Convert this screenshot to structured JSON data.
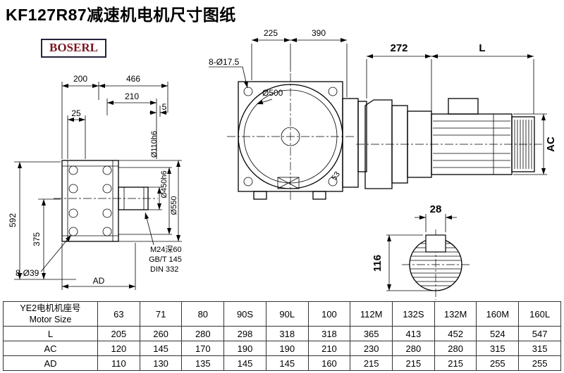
{
  "title": "KF127R87减速机电机尺寸图纸",
  "brand": {
    "logo_text": "BOSERL"
  },
  "drawing": {
    "front_view": {
      "dim_200": "200",
      "dim_466": "466",
      "dim_210": "210",
      "dim_5": "5",
      "dim_25": "25",
      "dim_592": "592",
      "dim_375": "375",
      "holes_label": "8-Ø39",
      "dim_ad": "AD",
      "dia_110": "Ø110h6",
      "dia_450": "Ø450h6",
      "dia_550": "Ø550",
      "tap_line1": "M24深60",
      "tap_line2": "GB/T 145",
      "tap_line3": "DIN 332"
    },
    "top_view": {
      "dim_225": "225",
      "dim_390": "390",
      "holes_label": "8-Ø17.5",
      "dia_500": "Ø500",
      "dim_53": "53"
    },
    "side_view": {
      "dim_272": "272",
      "dim_L": "L",
      "dim_AC": "AC"
    },
    "shaft_section": {
      "dim_28": "28",
      "dim_116": "116"
    }
  },
  "table": {
    "row_header_cn": "YE2电机机座号",
    "row_header_en": "Motor Size",
    "frame_sizes": [
      "63",
      "71",
      "80",
      "90S",
      "90L",
      "100",
      "112M",
      "132S",
      "132M",
      "160M",
      "160L"
    ],
    "rows": [
      {
        "label": "L",
        "values": [
          "205",
          "260",
          "280",
          "298",
          "318",
          "318",
          "365",
          "413",
          "452",
          "524",
          "547"
        ]
      },
      {
        "label": "AC",
        "values": [
          "120",
          "145",
          "170",
          "190",
          "190",
          "210",
          "230",
          "280",
          "280",
          "315",
          "315"
        ]
      },
      {
        "label": "AD",
        "values": [
          "110",
          "130",
          "135",
          "145",
          "145",
          "160",
          "215",
          "215",
          "215",
          "255",
          "255"
        ]
      }
    ]
  }
}
